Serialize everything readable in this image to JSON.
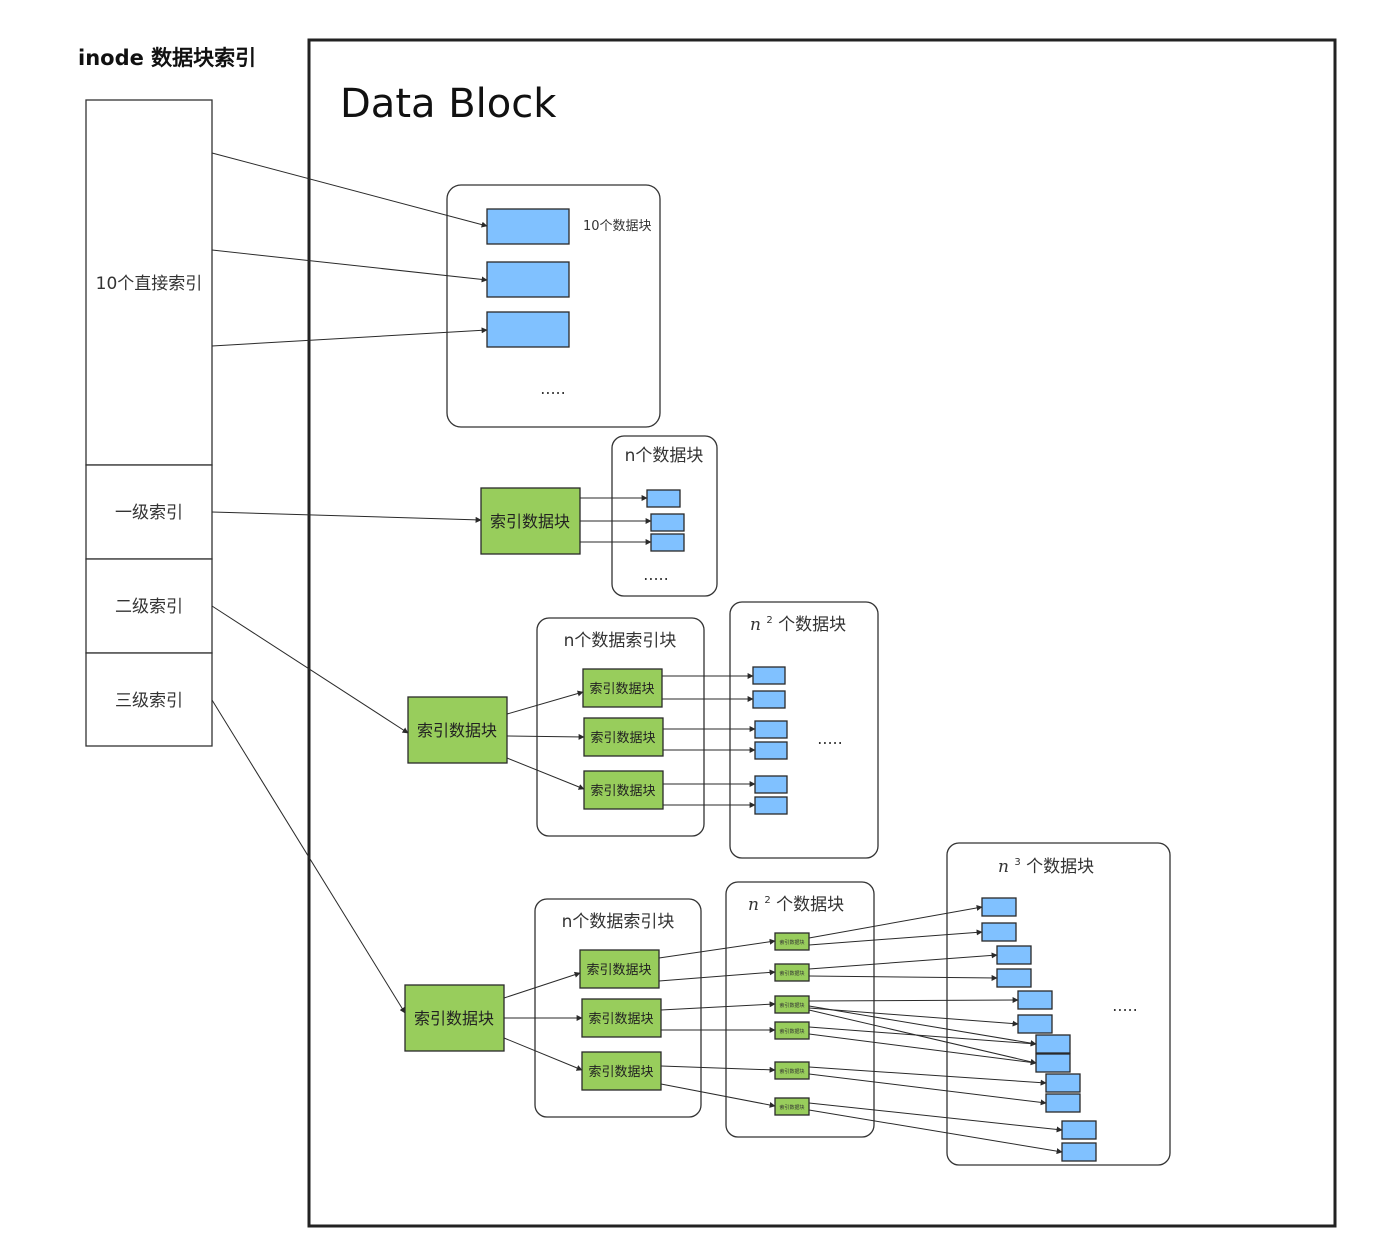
{
  "header": {
    "inode_title": "inode 数据块索引",
    "data_block_title": "Data Block"
  },
  "inode_cells": {
    "direct": "10个直接索引",
    "level1": "一级索引",
    "level2": "二级索引",
    "level3": "三级索引"
  },
  "direct_group": {
    "label": "10个数据块",
    "ellipsis": "....."
  },
  "level1_group": {
    "title": "n个数据块",
    "index_block": "索引数据块",
    "ellipsis": "....."
  },
  "level2_group": {
    "index_block": "索引数据块",
    "mid_title": "n个数据索引块",
    "mid_blocks": [
      "索引数据块",
      "索引数据块",
      "索引数据块"
    ],
    "leaf_title_base": "n",
    "leaf_title_exp": "2",
    "leaf_title_suffix": " 个数据块",
    "ellipsis": "....."
  },
  "level3_group": {
    "index_block": "索引数据块",
    "mid_title": "n个数据索引块",
    "mid_blocks": [
      "索引数据块",
      "索引数据块",
      "索引数据块"
    ],
    "second_title_base": "n",
    "second_title_exp": "2",
    "second_title_suffix": "个数据块",
    "tiny_label": "索引数据块",
    "leaf_title_base": "n",
    "leaf_title_exp": "3",
    "leaf_title_suffix": " 个数据块",
    "ellipsis": "....."
  },
  "colors": {
    "data_block_fill": "#80c1ff",
    "index_block_fill": "#98cd5c",
    "stroke": "#2a2a2a"
  }
}
